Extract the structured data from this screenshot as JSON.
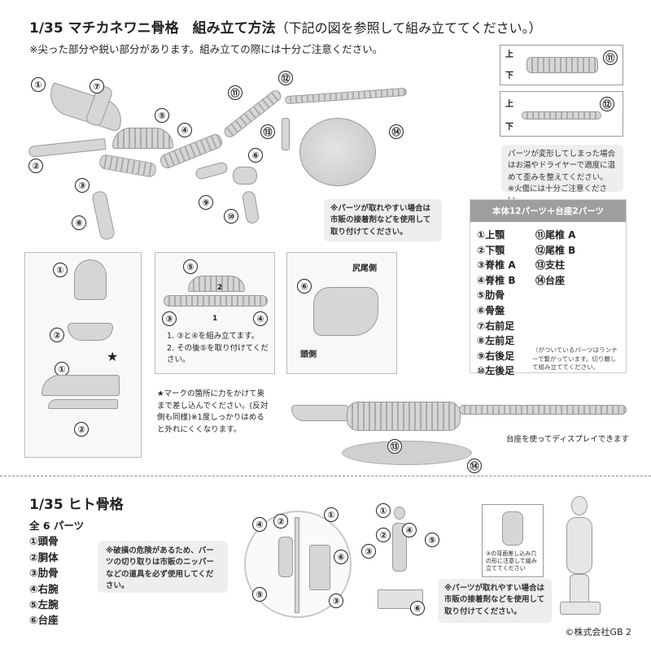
{
  "header": {
    "title": "1/35 マチカネワニ骨格　組み立て方法",
    "title_note": "（下記の図を参照して組み立ててください。）",
    "caution": "※尖った部分や鋭い部分があります。組み立ての際には十分ご注意ください。"
  },
  "croc_labels": [
    "①",
    "②",
    "③",
    "④",
    "⑤",
    "⑥",
    "⑦",
    "⑧",
    "⑨",
    "⑩",
    "⑪",
    "⑫",
    "⑬",
    "⑭"
  ],
  "tail_panels": {
    "up": "上",
    "down": "下",
    "label_a": "⑪",
    "label_b": "⑫"
  },
  "warp_note": {
    "text": "パーツが変形してしまった場合はお湯やドライヤーで適度に温めて歪みを整えてください。",
    "fire": "※火傷には十分ご注意ください。"
  },
  "adhesive_note_1": "※パーツが取れやすい場合は市販の接着剤などを使用して取り付けてください。",
  "parts": {
    "heading": "本体12パーツ＋台座2パーツ",
    "left": [
      "①上顎",
      "②下顎",
      "③脊椎 A",
      "④脊椎 B",
      "⑤肋骨",
      "⑥骨盤",
      "⑦右前足",
      "⑧左前足",
      "⑨右後足",
      "⑩左後足"
    ],
    "right": [
      "⑪尾椎 A",
      "⑫尾椎 B",
      "⑬支柱",
      "⑭台座"
    ],
    "runner_note": "（がついているパーツはランナーで繋がっています。切り離して組み立ててください。"
  },
  "detail_left": {
    "n1": "①",
    "n2": "②",
    "n1b": "①",
    "n2b": "②",
    "star": "★",
    "note": "★マークの箇所に力をかけて奥まで差し込んでください。(反対側も同様)※1度しっかりはめると外れにくくなります。"
  },
  "detail_mid": {
    "n5": "⑤",
    "n3": "③",
    "n4": "④",
    "s2": "2",
    "s1": "1",
    "step1": "1. ③と④を組み立てます。",
    "step2": "2. その後⑤を取り付けてください。"
  },
  "detail_right": {
    "n6": "⑥",
    "tail_side": "尻尾側",
    "head_side": "頭側"
  },
  "display": {
    "caption": "台座を使ってディスプレイできます",
    "n13": "⑬",
    "n14": "⑭"
  },
  "human": {
    "title": "1/35 ヒト骨格",
    "count": "全 6 パーツ",
    "parts": [
      "①頭骨",
      "②胴体",
      "③肋骨",
      "④右腕",
      "⑤左腕",
      "⑥台座"
    ],
    "cut_note": "※破損の危険があるため、パーツの切り取りは市販のニッパーなどの道具を必ず使用してください。",
    "adhesive_note": "※パーツが取れやすい場合は市販の接着剤などを使用して取り付けてください。",
    "back_note": "②の背面差し込み穴の形に注意して組み立ててください",
    "runner_labels": [
      "④",
      "②",
      "①",
      "⑥",
      "⑤",
      "③"
    ],
    "assembly_labels": [
      "①",
      "④",
      "②",
      "⑤",
      "③",
      "⑥"
    ]
  },
  "copyright": "©株式会社GB 2"
}
